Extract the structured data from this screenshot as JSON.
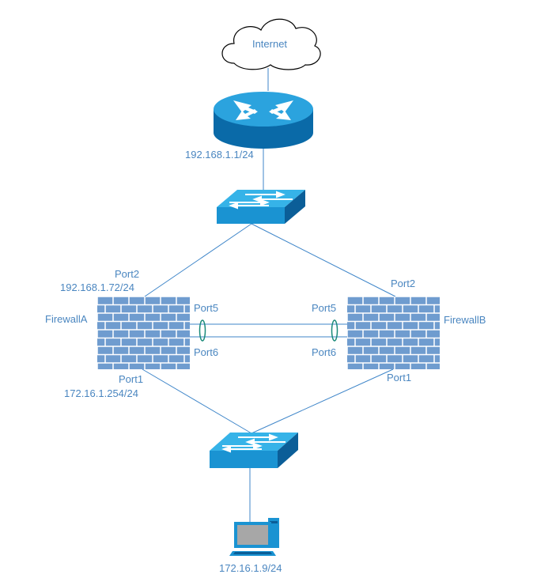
{
  "colors": {
    "text": "#4a86c0",
    "line": "#3f86c9",
    "device_blue": "#1f9bd7",
    "device_dark": "#0a5f9a",
    "firewall_brick": "#6f9ccf",
    "firewall_mortar": "#ffffff",
    "lag_ring": "#1a8a7a",
    "pc_gray": "#a7a7a7",
    "cloud_stroke": "#000000"
  },
  "cloud": {
    "label": "Internet",
    "icon": "cloud-icon"
  },
  "router": {
    "ip": "192.168.1.1/24",
    "icon": "router-icon"
  },
  "top_switch": {
    "icon": "switch-icon"
  },
  "bottom_switch": {
    "icon": "switch-icon"
  },
  "firewall_a": {
    "name": "FirewallA",
    "icon": "firewall-icon",
    "port2": "Port2",
    "port2_ip": "192.168.1.72/24",
    "port5": "Port5",
    "port6": "Port6",
    "port1": "Port1",
    "port1_ip": "172.16.1.254/24"
  },
  "firewall_b": {
    "name": "FirewallB",
    "icon": "firewall-icon",
    "port2": "Port2",
    "port5": "Port5",
    "port6": "Port6",
    "port1": "Port1"
  },
  "pc": {
    "ip": "172.16.1.9/24",
    "icon": "computer-icon"
  }
}
